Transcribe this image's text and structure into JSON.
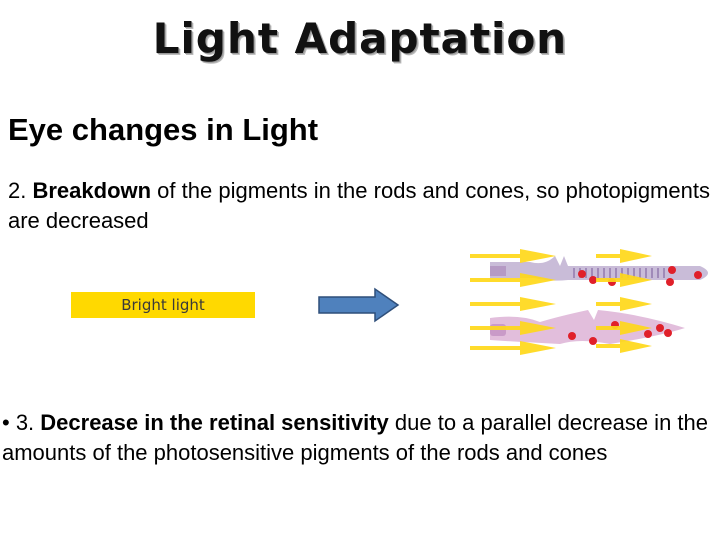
{
  "slide": {
    "title": "Light Adaptation",
    "subtitle": "Eye changes in Light",
    "point2": {
      "prefix": "2. ",
      "bold": "Breakdown",
      "rest": " of the pigments in the rods and cones, so photopigments are decreased"
    },
    "point3": {
      "prefix": "• 3. ",
      "bold": "Decrease in the retinal sensitivity",
      "rest": " due to a parallel decrease in the amounts of the photosensitive pigments of the rods and cones"
    },
    "diagram": {
      "label": "Bright light",
      "label_bg": "#ffd900",
      "arrow_color": "#4f81bd",
      "rod_color": "#c9bcd8",
      "cone_color": "#e2bedc",
      "pigment_color": "#e0202a",
      "light_ray_color": "#ffd81a"
    }
  }
}
